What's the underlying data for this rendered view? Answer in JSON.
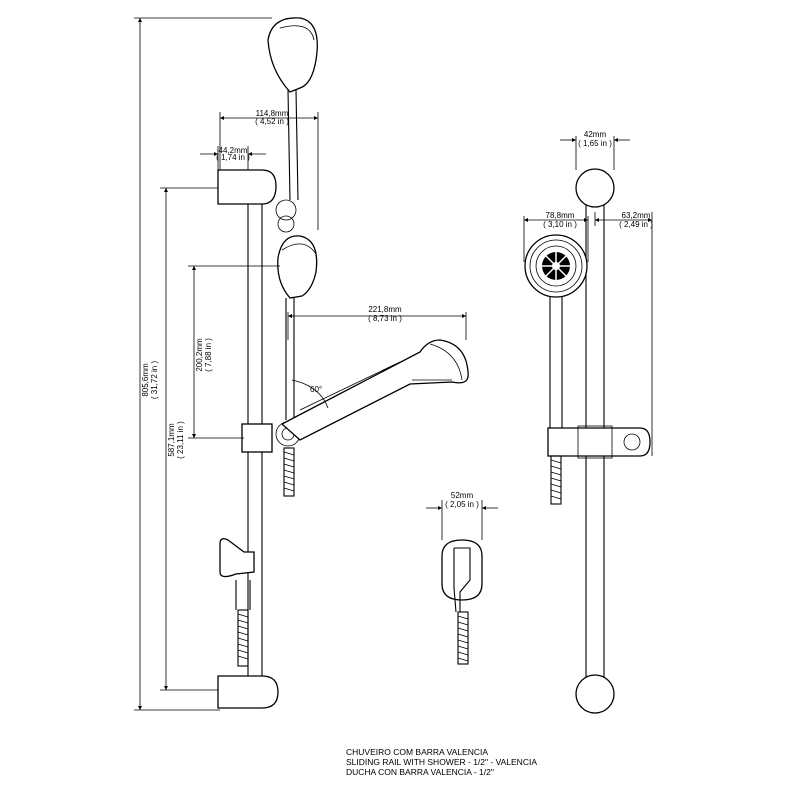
{
  "dimensions": {
    "total_height": {
      "mm": "805,6mm",
      "in": "( 31,72 in )"
    },
    "rail_height": {
      "mm": "587,1mm",
      "in": "( 23,11 in )"
    },
    "head_height": {
      "mm": "200,2mm",
      "in": "( 7,88 in )"
    },
    "head_offset": {
      "mm": "114,8mm",
      "in": "( 4,52 in )"
    },
    "bracket_depth": {
      "mm": "44,2mm",
      "in": "( 1,74 in )"
    },
    "handle_reach": {
      "mm": "221,8mm",
      "in": "( 8,73 in )"
    },
    "angle": "60°",
    "wall_outlet": {
      "mm": "52mm",
      "in": "( 2,05 in )"
    },
    "bracket_width": {
      "mm": "42mm",
      "in": "( 1,65 in )"
    },
    "head_diameter": {
      "mm": "78,8mm",
      "in": "( 3,10 in )"
    },
    "side_offset": {
      "mm": "63,2mm",
      "in": "( 2,49 in )"
    }
  },
  "title_lines": [
    "CHUVEIRO COM BARRA VALENCIA",
    "SLIDING RAIL WITH SHOWER - 1/2\" - VALENCIA",
    "DUCHA CON BARRA VALENCIA - 1/2\""
  ]
}
